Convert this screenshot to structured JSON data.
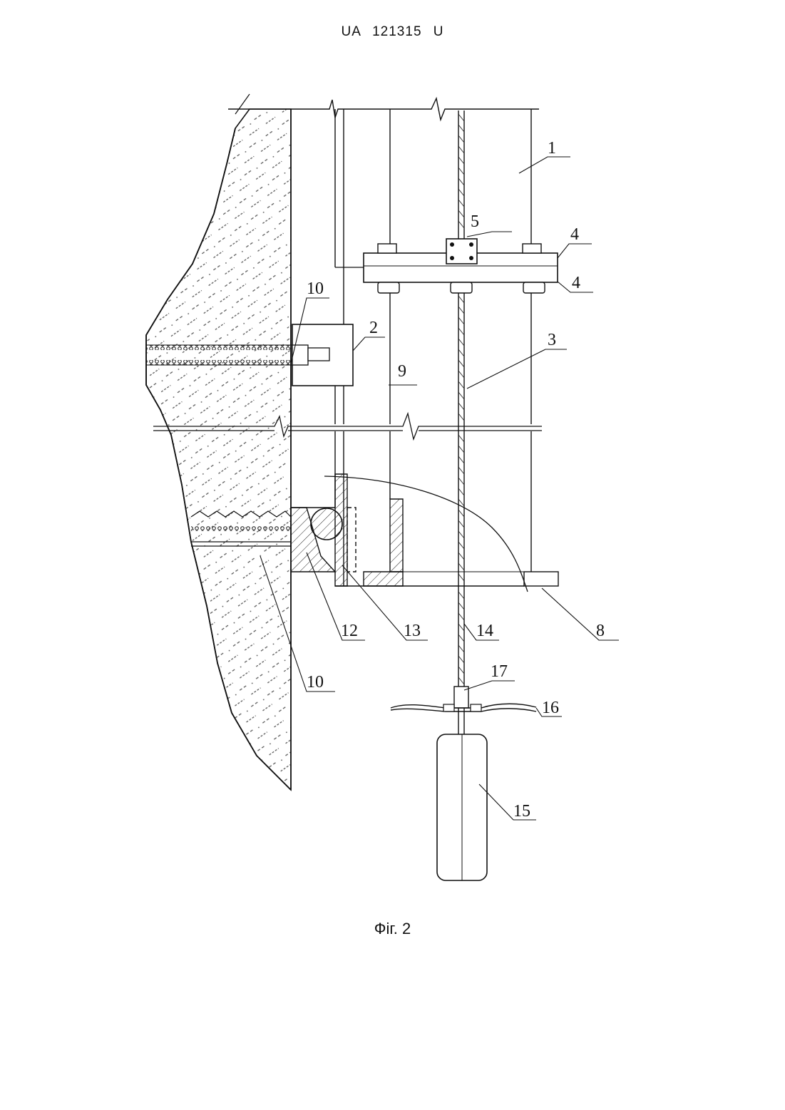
{
  "header": {
    "doc_number": "UA   121315   U"
  },
  "caption": {
    "figure": "Фіг. 2"
  },
  "labels": {
    "l1": "1",
    "l2": "2",
    "l3": "3",
    "l4a": "4",
    "l4b": "4",
    "l5": "5",
    "l8": "8",
    "l9": "9",
    "l10a": "10",
    "l10b": "10",
    "l12": "12",
    "l13": "13",
    "l14": "14",
    "l15": "15",
    "l16": "16",
    "l17": "17"
  }
}
